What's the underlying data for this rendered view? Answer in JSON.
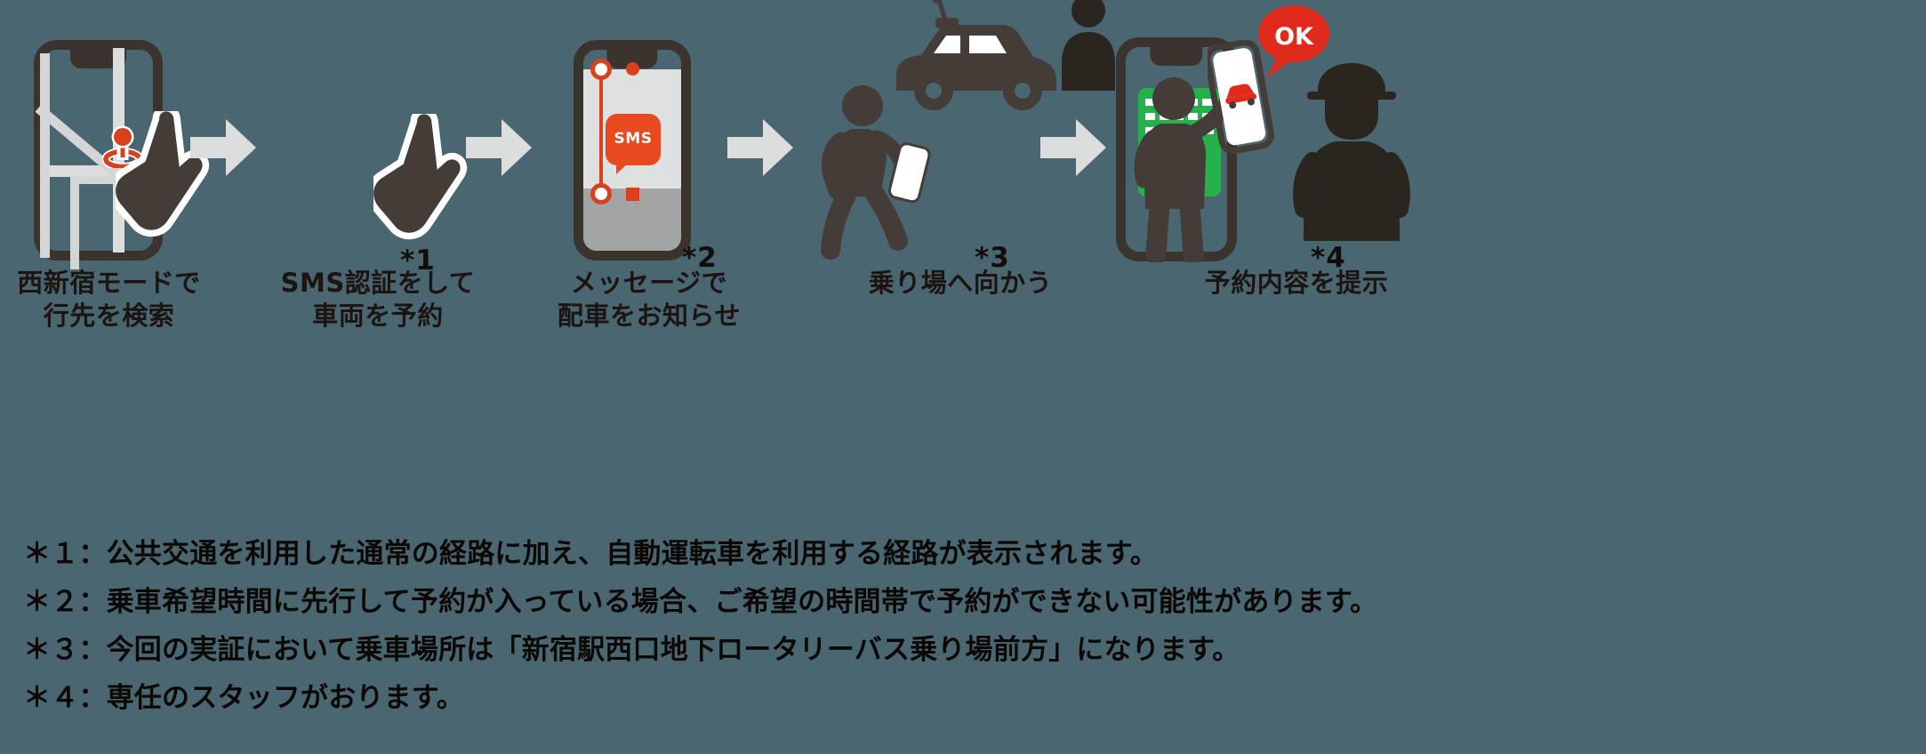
{
  "theme": {
    "background": "#4a6670",
    "text_dark": "#120d0a",
    "phone_frame": "#3a332e",
    "accent_red": "#d9401e",
    "sms_orange": "#e8491f",
    "message_green": "#25b14c",
    "arrow_gray": "#dcdedd",
    "figure_dark": "#443c37",
    "ok_red": "#e02a1c"
  },
  "flow": {
    "steps": [
      {
        "id": "step-1",
        "caption": "西新宿モードで\n行先を検索",
        "note_ref": "",
        "icon": "map-phone-tap-icon"
      },
      {
        "id": "step-2",
        "caption": "SMS認証をして\n車両を予約",
        "note_ref": "*1",
        "icon": "sms-phone-tap-icon",
        "badge_label": "SMS"
      },
      {
        "id": "step-3",
        "caption": "メッセージで\n配車をお知らせ",
        "note_ref": "*2",
        "icon": "green-message-phone-icon"
      },
      {
        "id": "step-4",
        "caption": "乗り場へ向かう",
        "note_ref": "*3",
        "icon": "walking-person-vehicle-icon"
      },
      {
        "id": "step-5",
        "caption": "予約内容を提示",
        "note_ref": "*4",
        "icon": "show-reservation-staff-icon",
        "badge_label": "OK"
      }
    ],
    "arrows": [
      {
        "id": "arrow-1",
        "icon": "arrow-right-icon"
      },
      {
        "id": "arrow-2",
        "icon": "arrow-right-icon"
      },
      {
        "id": "arrow-3",
        "icon": "arrow-right-icon"
      },
      {
        "id": "arrow-4",
        "icon": "arrow-right-icon"
      },
      {
        "id": "arrow-5",
        "icon": "arrow-right-icon"
      }
    ]
  },
  "notes": [
    "＊１：公共交通を利用した通常の経路に加え、自動運転車を利用する経路が表示されます。",
    "＊２：乗車希望時間に先行して予約が入っている場合、ご希望の時間帯で予約ができない可能性があります。",
    "＊３：今回の実証において乗車場所は「新宿駅西口地下ロータリーバス乗り場前方」になります。",
    "＊４：専任のスタッフがおります。"
  ]
}
